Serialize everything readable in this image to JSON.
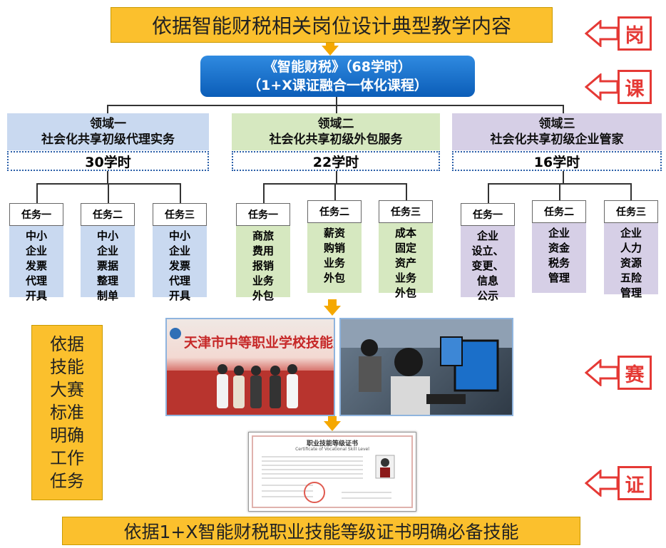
{
  "top_banner": "依据智能财税相关岗位设计典型教学内容",
  "course": {
    "line1": "《智能财税》（68学时）",
    "line2": "（1+X课证融合一体化课程）"
  },
  "tags": {
    "gang": "岗",
    "ke": "课",
    "sai": "赛",
    "zheng": "证"
  },
  "domains": [
    {
      "title": "领域一",
      "subtitle": "社会化共享初级代理实务",
      "hours": "30学时",
      "color": "#c9d9f0",
      "tasks": [
        {
          "label": "任务一",
          "lines": [
            "中小",
            "企业",
            "发票",
            "代理",
            "开具"
          ]
        },
        {
          "label": "任务二",
          "lines": [
            "中小",
            "企业",
            "票据",
            "整理",
            "制单"
          ]
        },
        {
          "label": "任务三",
          "lines": [
            "中小",
            "企业",
            "发票",
            "代理",
            "开具"
          ]
        }
      ]
    },
    {
      "title": "领域二",
      "subtitle": "社会化共享初级外包服务",
      "hours": "22学时",
      "color": "#d6e8c0",
      "tasks": [
        {
          "label": "任务一",
          "lines": [
            "商旅",
            "费用",
            "报销",
            "业务",
            "外包"
          ]
        },
        {
          "label": "任务二",
          "lines": [
            "薪资",
            "购销",
            "业务",
            "外包"
          ]
        },
        {
          "label": "任务三",
          "lines": [
            "成本",
            "固定",
            "资产",
            "业务",
            "外包"
          ]
        }
      ]
    },
    {
      "title": "领域三",
      "subtitle": "社会化共享初级企业管家",
      "hours": "16学时",
      "color": "#d6cfe6",
      "tasks": [
        {
          "label": "任务一",
          "lines": [
            "企业",
            "设立、",
            "变更、",
            "信息",
            "公示"
          ]
        },
        {
          "label": "任务二",
          "lines": [
            "企业",
            "资金",
            "税务",
            "管理"
          ]
        },
        {
          "label": "任务三",
          "lines": [
            "企业",
            "人力",
            "资源",
            "五险",
            "管理"
          ]
        }
      ]
    }
  ],
  "left_box": [
    "依据",
    "技能",
    "大赛",
    "标准",
    "明确",
    "工作",
    "任务"
  ],
  "photo_banner": "天津市中等职业学校技能大赛",
  "certificate": {
    "title": "职业技能等级证书",
    "subtitle": "Certificate of Vocational Skill Level"
  },
  "bottom_banner": "依据1+X智能财税职业技能等级证书明确必备技能"
}
